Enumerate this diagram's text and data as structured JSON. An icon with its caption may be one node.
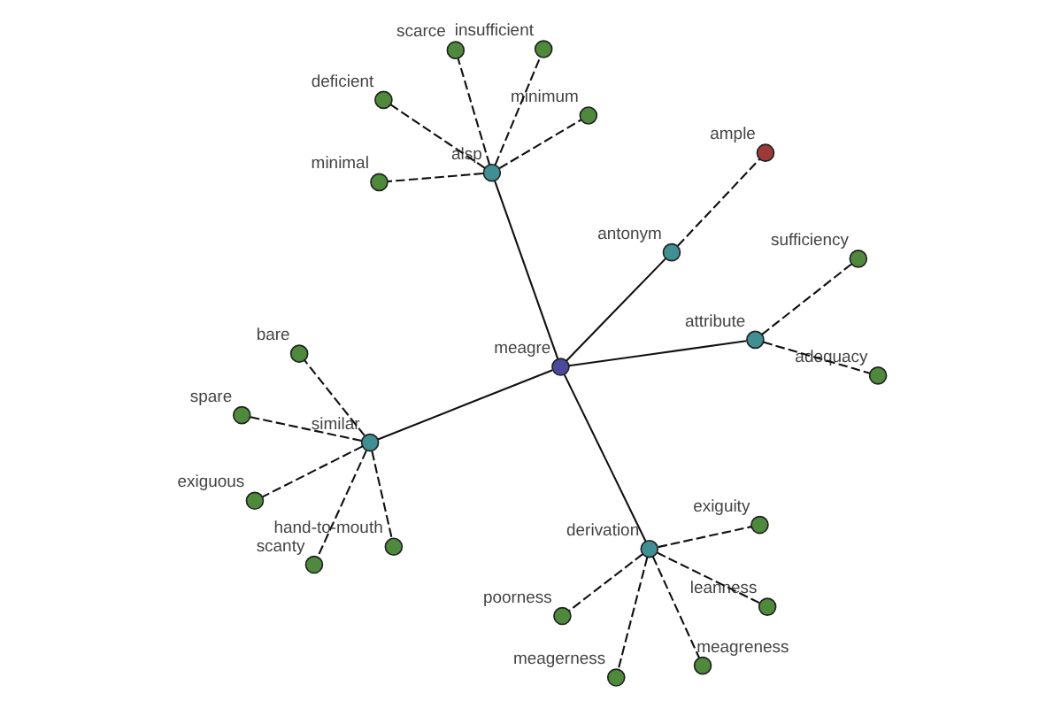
{
  "diagram": {
    "nodes": [
      {
        "text": [
          "meagre"
        ]
      },
      {
        "text": [
          "similar"
        ]
      },
      {
        "text": [
          "scanty"
        ]
      },
      {
        "text": [
          "bare"
        ]
      },
      {
        "text": [
          "hand-to-mouth"
        ]
      },
      {
        "text": [
          "spare"
        ]
      },
      {
        "text": [
          "exiguous"
        ]
      },
      {
        "text": [
          "derivation"
        ]
      },
      {
        "text": [
          "meagerness"
        ]
      },
      {
        "text": [
          "leanness"
        ]
      },
      {
        "text": [
          "meagreness"
        ]
      },
      {
        "text": [
          "poorness"
        ]
      },
      {
        "text": [
          "exiguity"
        ]
      },
      {
        "text": [
          "antonym"
        ]
      },
      {
        "text": [
          "ample"
        ]
      },
      {
        "text": [
          "attribute"
        ]
      },
      {
        "text": [
          "adequacy"
        ]
      },
      {
        "text": [
          "sufficiency"
        ]
      },
      {
        "text": [
          "alsp"
        ]
      },
      {
        "text": [
          "deficient"
        ]
      },
      {
        "text": [
          "minimum"
        ]
      },
      {
        "text": [
          "minimal"
        ]
      },
      {
        "text": [
          "scarce"
        ]
      },
      {
        "text": [
          "insufficient"
        ]
      }
    ],
    "edges": [
      {
        "from": 0,
        "to": 1,
        "arrow": "none"
      },
      {
        "from": 1,
        "to": 2,
        "arrow": "none",
        "style": "dashed"
      },
      {
        "from": 1,
        "to": 3,
        "arrow": "none",
        "style": "dashed"
      },
      {
        "from": 1,
        "to": 4,
        "arrow": "none",
        "style": "dashed"
      },
      {
        "from": 1,
        "to": 5,
        "arrow": "none",
        "style": "dashed"
      },
      {
        "from": 1,
        "to": 6,
        "arrow": "none",
        "style": "dashed"
      },
      {
        "from": 0,
        "to": 7,
        "arrow": "none"
      },
      {
        "from": 7,
        "to": 8,
        "arrow": "none",
        "style": "dashed"
      },
      {
        "from": 7,
        "to": 9,
        "arrow": "none",
        "style": "dashed"
      },
      {
        "from": 7,
        "to": 10,
        "arrow": "none",
        "style": "dashed"
      },
      {
        "from": 7,
        "to": 11,
        "arrow": "none",
        "style": "dashed"
      },
      {
        "from": 7,
        "to": 12,
        "arrow": "none",
        "style": "dashed"
      },
      {
        "from": 0,
        "to": 13,
        "arrow": "none"
      },
      {
        "from": 13,
        "to": 14,
        "arrow": "none",
        "style": "dashed"
      },
      {
        "from": 0,
        "to": 15,
        "arrow": "none"
      },
      {
        "from": 15,
        "to": 16,
        "arrow": "none",
        "style": "dashed"
      },
      {
        "from": 15,
        "to": 17,
        "arrow": "none",
        "style": "dashed"
      },
      {
        "from": 0,
        "to": 18,
        "arrow": "none"
      },
      {
        "from": 18,
        "to": 19,
        "arrow": "none",
        "style": "dashed"
      },
      {
        "from": 18,
        "to": 20,
        "arrow": "none",
        "style": "dashed"
      },
      {
        "from": 18,
        "to": 21,
        "arrow": "none",
        "style": "dashed"
      },
      {
        "from": 18,
        "to": 22,
        "arrow": "none",
        "style": "dashed"
      },
      {
        "from": 18,
        "to": 23,
        "arrow": "none",
        "style": "dashed"
      }
    ]
  }
}
